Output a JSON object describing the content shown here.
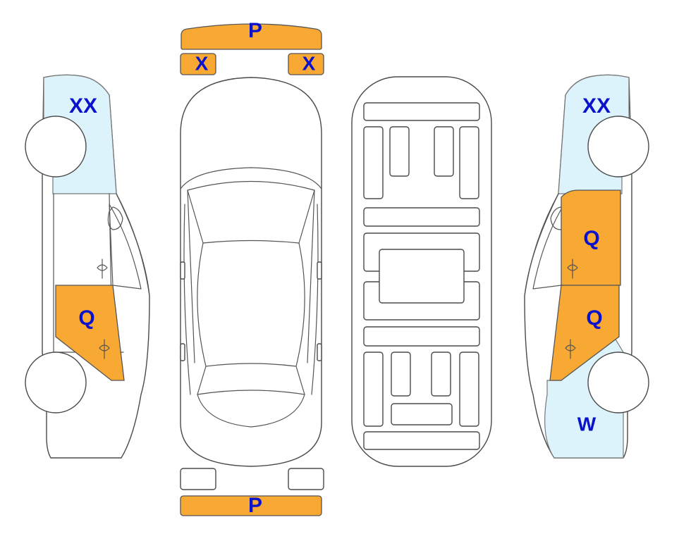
{
  "colors": {
    "damage_orange": "#F7A934",
    "damage_light_blue": "#DDF3FB",
    "label_blue": "#0A12CC",
    "outline": "#4A4A4A"
  },
  "markers": {
    "front_bumper": "P",
    "front_left_light": "X",
    "front_right_light": "X",
    "rear_bumper": "P",
    "left_front_fender": "XX",
    "left_rear_door": "Q",
    "right_front_fender": "XX",
    "right_front_door": "Q",
    "right_rear_door": "Q",
    "right_rear_quarter": "W"
  }
}
